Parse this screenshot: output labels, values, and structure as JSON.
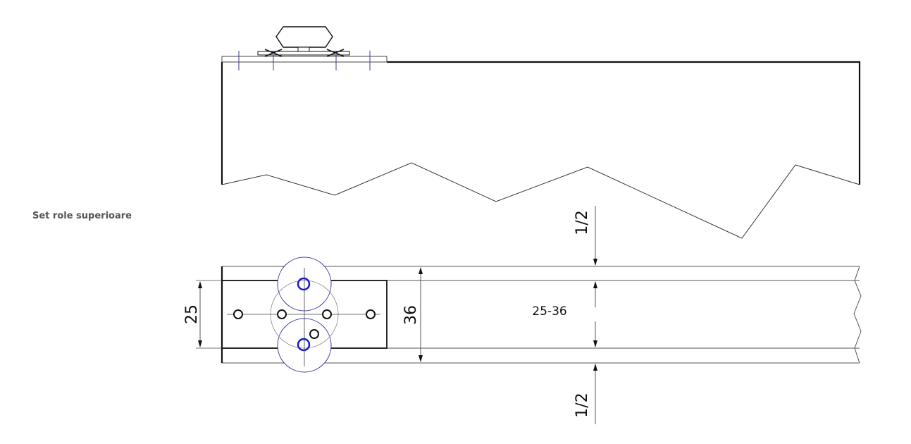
{
  "labels": {
    "section_label": "Set role superioare"
  },
  "dimensions": {
    "plate_height": "25",
    "profile_width": "36",
    "gap_top": "1/2",
    "gap_bottom": "1/2",
    "range": "25-36"
  },
  "colors": {
    "line": "#111111",
    "thin_line": "#444444",
    "roller_outline": "#3a3aa8",
    "roller_axle": "#1a1ad0"
  }
}
